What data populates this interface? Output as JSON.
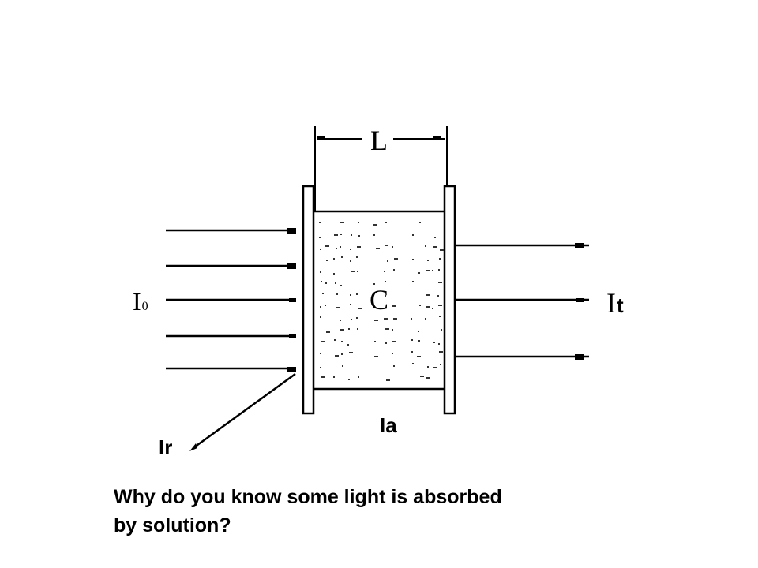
{
  "labels": {
    "length": "L",
    "concentration": "C",
    "incident_main": "I",
    "incident_sub": "0",
    "transmitted_main": "I",
    "transmitted_sub": "t",
    "absorbed": "Ia",
    "reflected": "Ir"
  },
  "question_line1": "Why do you know some light is absorbed",
  "question_line2": "by solution?",
  "colors": {
    "stroke": "#000000",
    "dots": "#333333",
    "background": "#ffffff"
  }
}
